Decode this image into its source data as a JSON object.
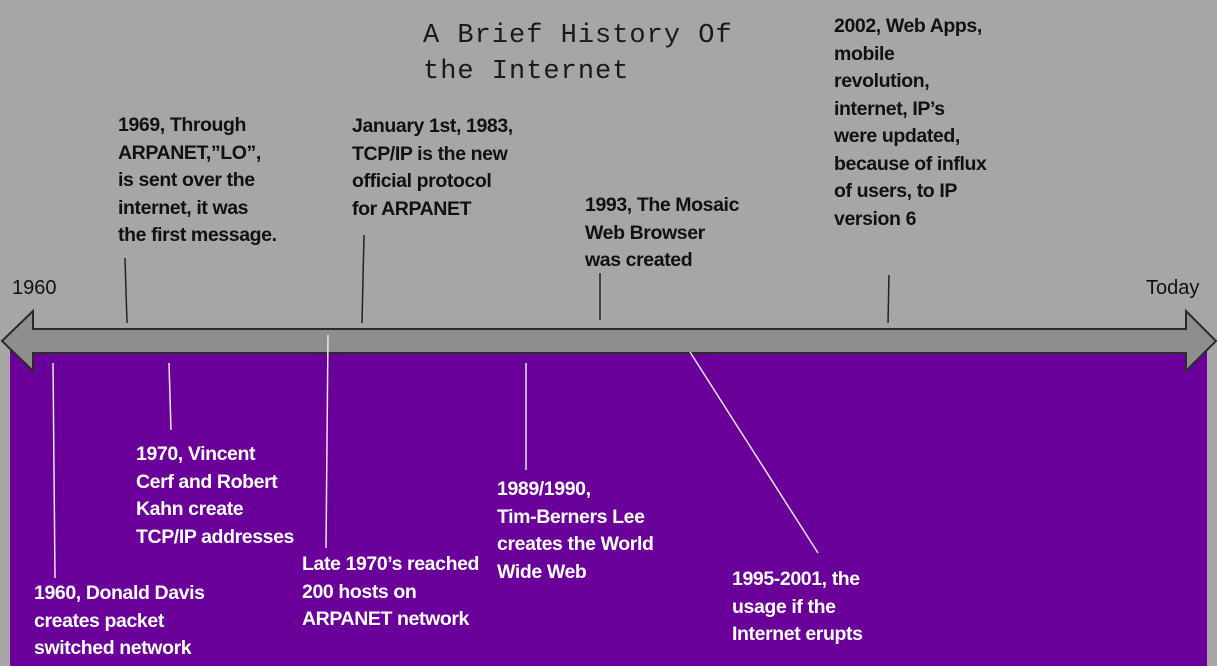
{
  "title": "A Brief History Of\nthe Internet",
  "timeline": {
    "start_label": "1960",
    "end_label": "Today"
  },
  "colors": {
    "top_background": "#a6a6a6",
    "bottom_background": "#6a0099",
    "arrow_fill": "#8e8e8e",
    "arrow_stroke": "#2a2a2a",
    "dark_text": "#111111",
    "light_text": "#ffffff"
  },
  "events_above": [
    {
      "text": "1969, Through\nARPANET,”LO”,\nis sent over the\ninternet, it was\nthe first message."
    },
    {
      "text": "January 1st, 1983,\nTCP/IP is the new\nofficial protocol\nfor ARPANET"
    },
    {
      "text": "1993, The Mosaic\nWeb Browser\nwas created"
    },
    {
      "text": "2002, Web Apps,\nmobile\nrevolution,\ninternet, IP’s\nwere updated,\nbecause of influx\nof users, to IP\nversion 6"
    }
  ],
  "events_below": [
    {
      "text": "1960, Donald Davis\ncreates  packet\nswitched network"
    },
    {
      "text": "1970, Vincent\nCerf and Robert\nKahn create\nTCP/IP addresses"
    },
    {
      "text": "Late 1970’s  reached\n200 hosts on\nARPANET network"
    },
    {
      "text": "1989/1990,\nTim-Berners Lee\ncreates the World\nWide Web"
    },
    {
      "text": "1995-2001, the\nusage if the\nInternet erupts"
    }
  ]
}
